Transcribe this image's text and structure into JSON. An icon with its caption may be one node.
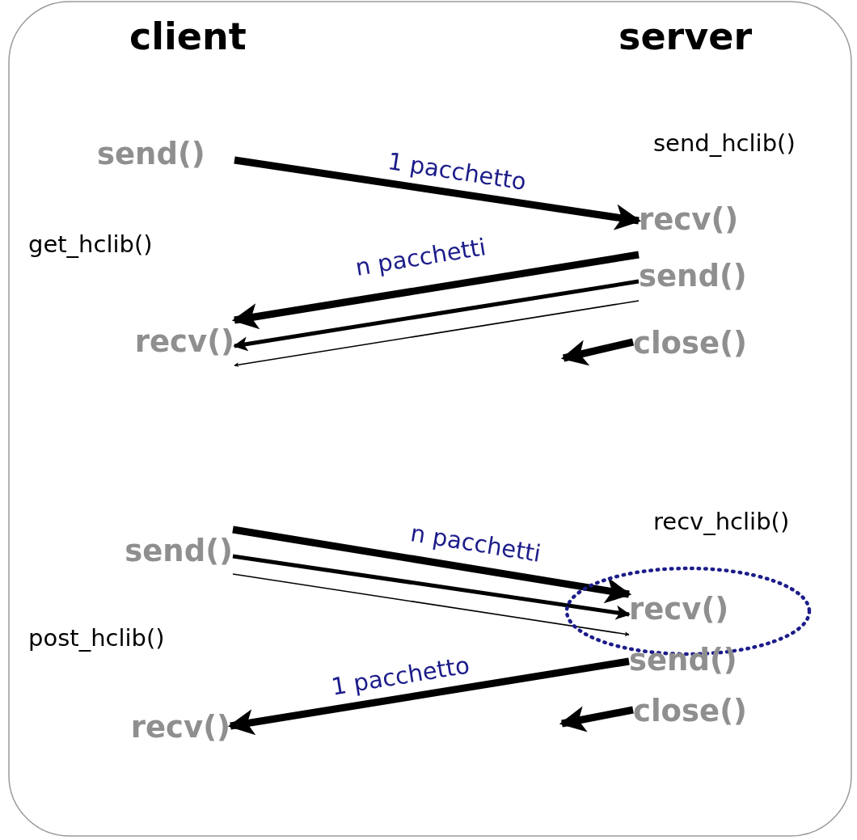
{
  "diagram": {
    "nodes": [
      {
        "text": [
          "send()"
        ]
      },
      {
        "text": [
          "recv()"
        ]
      },
      {
        "text": [
          "send()"
        ]
      },
      {
        "text": [
          "recv()"
        ]
      },
      {
        "text": [
          "close()"
        ]
      },
      {
        "text": [
          "send()"
        ]
      },
      {
        "text": [],
        "shape": "ellipse"
      },
      {
        "text": [
          "recv()"
        ],
        "in": 6
      },
      {
        "text": [
          "send()"
        ]
      },
      {
        "text": [
          "recv()"
        ]
      },
      {
        "text": [
          "close()"
        ]
      }
    ],
    "edges": [
      {
        "from": 0,
        "to": 1,
        "arrow": "to",
        "label": "1 pacchetto"
      },
      {
        "from": 2,
        "to": 3,
        "arrow": "to",
        "label": "n pacchetti"
      },
      {
        "from": 2,
        "to": 3,
        "arrow": "to"
      },
      {
        "from": 2,
        "to": 3,
        "arrow": "to"
      },
      {
        "from": 4,
        "to": null,
        "arrow": "to"
      },
      {
        "from": 5,
        "to": 7,
        "arrow": "to",
        "label": "n pacchetti"
      },
      {
        "from": 5,
        "to": 7,
        "arrow": "to"
      },
      {
        "from": 5,
        "to": 7,
        "arrow": "to"
      },
      {
        "from": 8,
        "to": 9,
        "arrow": "to",
        "label": "1 pacchetto"
      },
      {
        "from": 10,
        "to": null,
        "arrow": "to"
      }
    ],
    "labels": [
      "client",
      "server",
      "send_hclib()",
      "get_hclib()",
      "recv_hclib()",
      "post_hclib()"
    ]
  }
}
